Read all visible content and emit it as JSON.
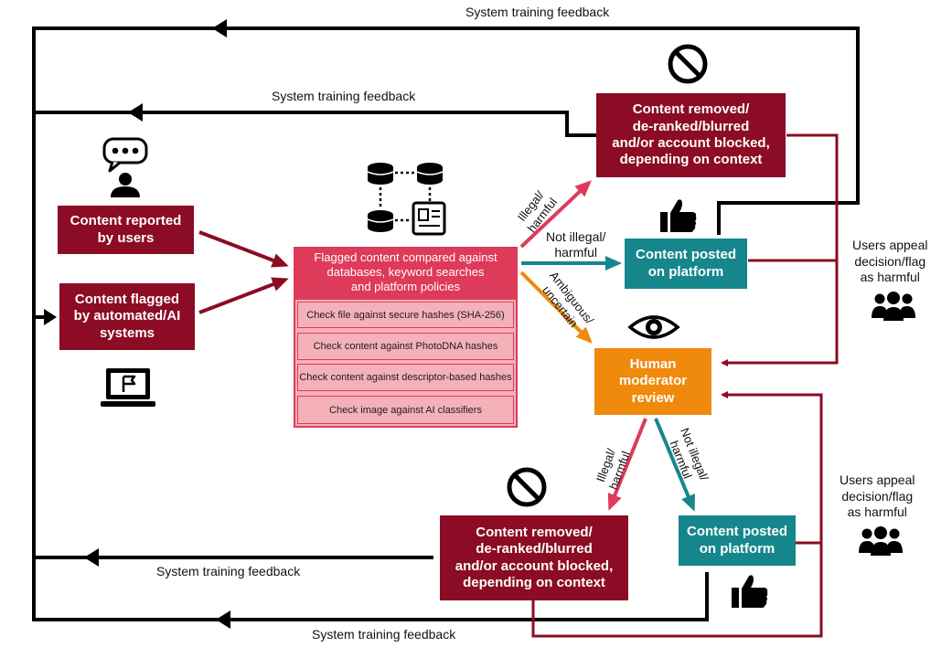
{
  "feedback_labels": {
    "top": "System training feedback",
    "second": "System training feedback",
    "bottom_left": "System training feedback",
    "bottom": "System training feedback"
  },
  "sources": {
    "reported": "Content reported\nby users",
    "flagged": "Content flagged\nby automated/AI\nsystems"
  },
  "process": {
    "title": "Flagged content compared against\ndatabases, keyword searches\nand platform policies",
    "checks": [
      "Check file against secure hashes (SHA-256)",
      "Check content against PhotoDNA hashes",
      "Check content against descriptor-based hashes",
      "Check image against AI classifiers"
    ]
  },
  "outcomes": {
    "removed_top": "Content removed/\nde-ranked/blurred\nand/or account blocked,\ndepending on context",
    "posted_top": "Content posted\non platform",
    "human_review": "Human\nmoderator\nreview",
    "removed_bottom": "Content removed/\nde-ranked/blurred\nand/or account blocked,\ndepending on context",
    "posted_bottom": "Content posted\non platform"
  },
  "edge_labels": {
    "illegal_1": "Illegal/\nharmful",
    "not_illegal_1": "Not illegal/\nharmful",
    "ambiguous": "Ambiguous/\nuncertain",
    "illegal_2": "Illegal/\nharmful",
    "not_illegal_2": "Not illegal/\nharmful"
  },
  "appeals": {
    "top": "Users appeal\ndecision/flag\nas harmful",
    "bottom": "Users appeal\ndecision/flag\nas harmful"
  },
  "icons": [
    "ban-icon",
    "thumbs-up-icon",
    "speech-bubble-user-icon",
    "database-network-icon",
    "laptop-flag-icon",
    "eye-icon",
    "group-icon"
  ],
  "colors": {
    "dark_red": "#8b0c24",
    "pink": "#de3a5a",
    "light_pink": "#f4b1b9",
    "teal": "#15878c",
    "orange": "#ef8a0c",
    "black": "#000000"
  }
}
